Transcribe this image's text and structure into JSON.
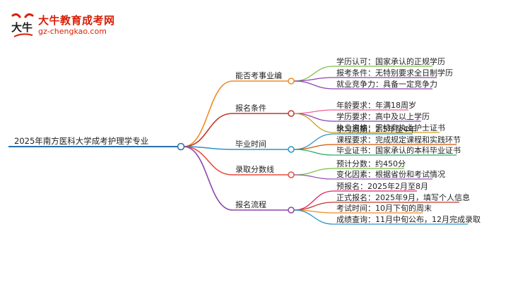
{
  "brand": {
    "name": "大牛教育成考网",
    "url": "gz-chengkao.com",
    "logo_glyph": "大牛"
  },
  "mindmap": {
    "root": "2025年南方医科大学成考护理学专业",
    "branches": [
      {
        "label": "能否考事业编",
        "color": "#f08a24",
        "children": [
          {
            "text": "学历认可：国家承认的正规学历",
            "color": "#7bc043"
          },
          {
            "text": "报考条件：无特别要求全日制学历",
            "color": "#8e44ad"
          },
          {
            "text": "就业竞争力：具备一定竞争力",
            "color": "#8e44ad"
          }
        ]
      },
      {
        "label": "报名条件",
        "color": "#c0392b",
        "children": [
          {
            "text": "年龄要求：年满18周岁",
            "color": "#f06292"
          },
          {
            "text": "学历要求：高中及以上学历",
            "color": "#8e44ad"
          },
          {
            "text": "执业资格：需持有执业护士证书",
            "color": "#c9a227"
          }
        ]
      },
      {
        "label": "毕业时间",
        "color": "#2a93c9",
        "children": [
          {
            "text": "学习周期：2.5年至4年",
            "color": "#2a93c9"
          },
          {
            "text": "课程要求：完成规定课程和实践环节",
            "color": "#d35400"
          },
          {
            "text": "毕业证书：国家承认的本科毕业证书",
            "color": "#27ae60"
          }
        ]
      },
      {
        "label": "录取分数线",
        "color": "#e74c3c",
        "children": [
          {
            "text": "预计分数：约450分",
            "color": "#7bc043"
          },
          {
            "text": "变化因素：根据省份和考试情况",
            "color": "#9b59b6"
          }
        ]
      },
      {
        "label": "报名流程",
        "color": "#8e44ad",
        "children": [
          {
            "text": "预报名：2025年2月至8月",
            "color": "#e91e63"
          },
          {
            "text": "正式报名：2025年9月，填写个人信息",
            "color": "#c0392b"
          },
          {
            "text": "考试时间：10月下旬的周末",
            "color": "#f08a24"
          },
          {
            "text": "成绩查询：11月中旬公布，12月完成录取",
            "color": "#2a93c9"
          }
        ]
      }
    ]
  }
}
